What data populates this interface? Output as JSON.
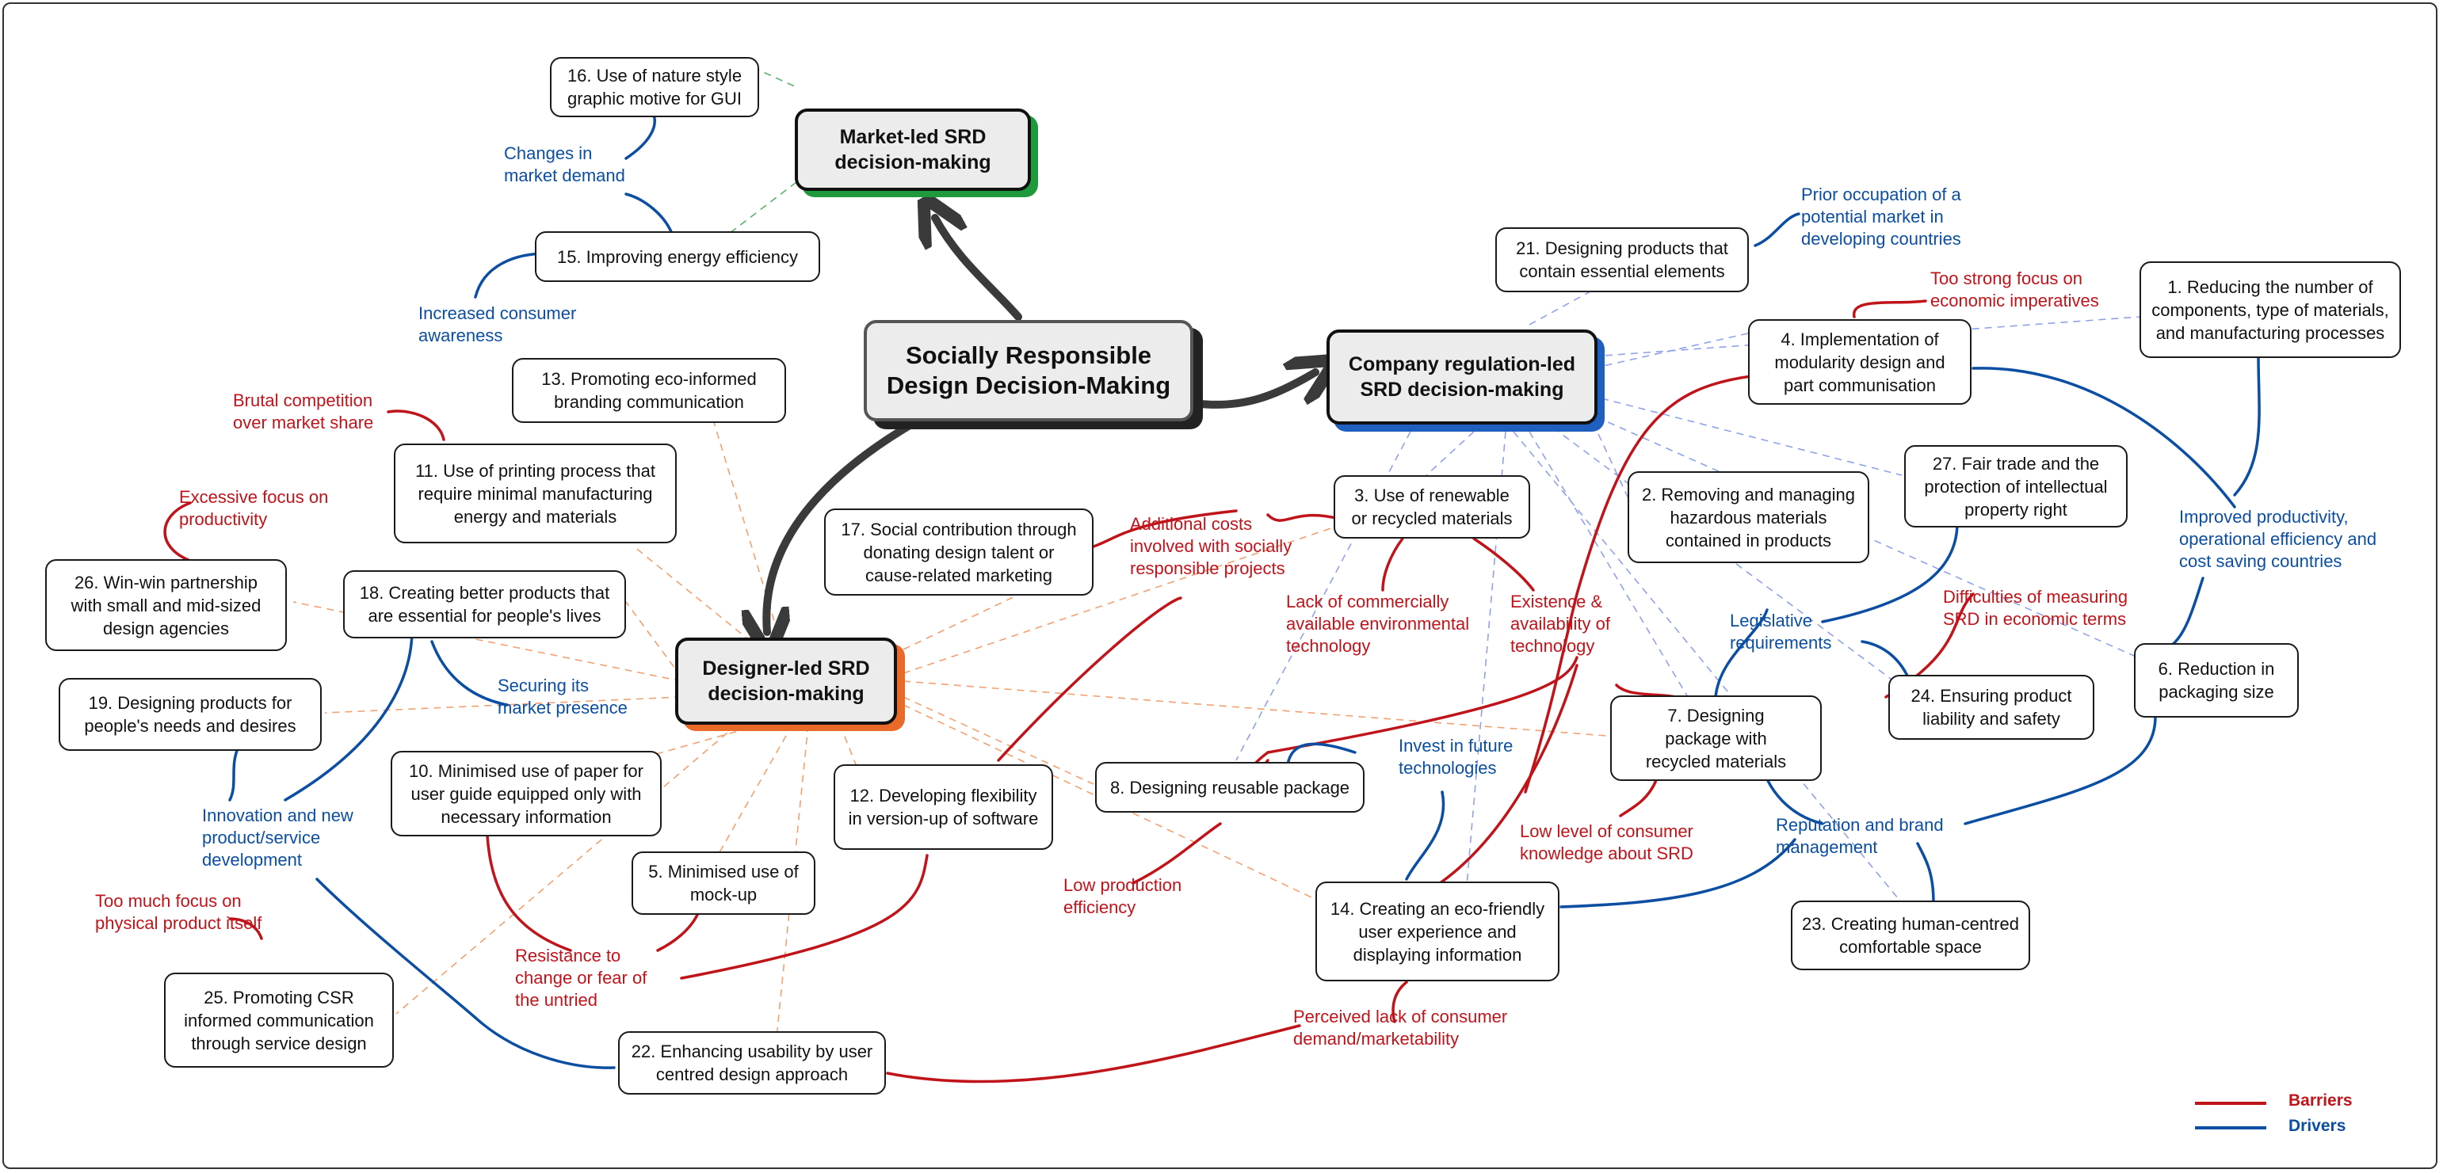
{
  "hubs": {
    "central": "Socially Responsible\nDesign Decision-Making",
    "market": "Market-led SRD\ndecision-making",
    "company": "Company regulation-led\nSRD decision-making",
    "designer": "Designer-led SRD\ndecision-making"
  },
  "colors": {
    "barrier": "#c0141b",
    "driver": "#0b4ea2",
    "market_accent": "#1e9a3c",
    "company_accent": "#1f5fbf",
    "designer_accent": "#ea6a2a"
  },
  "nodes": {
    "n1": "1. Reducing the number of\ncomponents, type of materials,\nand manufacturing processes",
    "n2": "2. Removing and managing\nhazardous materials\ncontained in products",
    "n3": "3. Use of renewable\nor recycled materials",
    "n4": "4. Implementation of\nmodularity design and\npart communisation",
    "n5": "5. Minimised use of\nmock-up",
    "n6": "6. Reduction in\npackaging size",
    "n7": "7. Designing\npackage with\nrecycled materials",
    "n8": "8. Designing reusable package",
    "n10": "10. Minimised use of paper for\nuser guide equipped only with\nnecessary information",
    "n11": "11. Use of printing process that\nrequire minimal manufacturing\nenergy and materials",
    "n12": "12. Developing flexibility\nin version-up of software",
    "n13": "13. Promoting eco-informed\nbranding communication",
    "n14": "14. Creating an eco-friendly\nuser experience and\ndisplaying information",
    "n15": "15. Improving energy efficiency",
    "n16": "16. Use of nature style\ngraphic motive for GUI",
    "n17": "17. Social contribution through\ndonating design  talent or\ncause-related marketing",
    "n18": "18. Creating better products that\nare essential for people's lives",
    "n19": "19. Designing products for\npeople's needs and desires",
    "n21": "21. Designing products that\ncontain essential elements",
    "n22": "22. Enhancing usability by user\ncentred design approach",
    "n23": "23. Creating human-centred\ncomfortable space",
    "n24": "24. Ensuring product\nliability and safety",
    "n25": "25. Promoting CSR\ninformed communication\nthrough service design",
    "n26": "26. Win-win partnership\nwith small and mid-sized\ndesign agencies",
    "n27": "27. Fair trade and the\nprotection of intellectual\nproperty right"
  },
  "barriers": {
    "b_economic": "Too strong focus on\neconomic imperatives",
    "b_brutal": "Brutal competition\nover market share",
    "b_productivity": "Excessive focus on\nproductivity",
    "b_costs": "Additional costs\ninvolved with socially\nresponsible projects",
    "b_lack_tech": "Lack of commercially\navailable environmental\ntechnology",
    "b_existence": "Existence &\navailability of\ntechnology",
    "b_measuring": "Difficulties of measuring\nSRD in economic terms",
    "b_consumer_knowledge": "Low level of consumer\nknowledge about SRD",
    "b_low_prod": "Low production\nefficiency",
    "b_physical": "Too much focus on\nphysical product itself",
    "b_resistance": "Resistance to\nchange or fear of\nthe untried",
    "b_perceived": "Perceived lack of consumer\ndemand/marketability"
  },
  "drivers": {
    "d_market_demand": "Changes in\nmarket demand",
    "d_awareness": "Increased consumer\nawareness",
    "d_prior": "Prior occupation of a\npotential market in\ndeveloping countries",
    "d_productivity": "Improved productivity,\noperational efficiency and\ncost saving countries",
    "d_legislative": "Legislative\nrequirements",
    "d_securing": "Securing its\nmarket presence",
    "d_innovation": "Innovation and new\nproduct/service\ndevelopment",
    "d_invest": "Invest in future\ntechnologies",
    "d_reputation": "Reputation and brand\nmanagement"
  },
  "legend": {
    "barriers": "Barriers",
    "drivers": "Drivers"
  }
}
